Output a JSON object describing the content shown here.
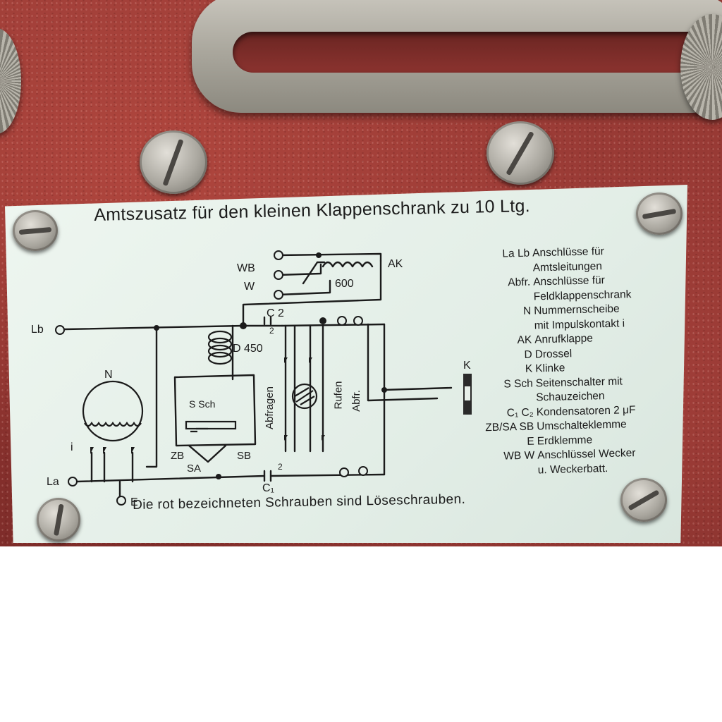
{
  "plate": {
    "title": "Amtszusatz für den kleinen Klappenschrank zu 10 Ltg.",
    "footer": "Die rot bezeichneten Schrauben sind Löseschrauben."
  },
  "legend": [
    {
      "key": "La Lb",
      "lines": [
        "Anschlüsse für",
        "Amtsleitungen"
      ]
    },
    {
      "key": "Abfr.",
      "lines": [
        "Anschlüsse für",
        "Feldklappenschrank"
      ]
    },
    {
      "key": "N",
      "lines": [
        "Nummernscheibe",
        "mit Impulskontakt i"
      ]
    },
    {
      "key": "AK",
      "lines": [
        "Anrufklappe"
      ]
    },
    {
      "key": "D",
      "lines": [
        "Drossel"
      ]
    },
    {
      "key": "K",
      "lines": [
        "Klinke"
      ]
    },
    {
      "key": "S Sch",
      "lines": [
        "Seitenschalter mit",
        "Schauzeichen"
      ]
    },
    {
      "key": "C₁ C₂",
      "lines": [
        "Kondensatoren 2 μF"
      ]
    },
    {
      "key": "ZB/SA SB",
      "lines": [
        "Umschalteklemme"
      ]
    },
    {
      "key": "E",
      "lines": [
        "Erdklemme"
      ]
    },
    {
      "key": "WB W",
      "lines": [
        "Anschlüssel Wecker",
        "u. Weckerbatt."
      ]
    }
  ],
  "diagram_labels": {
    "wb": "WB",
    "w": "W",
    "ak": "AK",
    "r600": "600",
    "c2": "C 2",
    "c2_sub": "2",
    "d450": "D 450",
    "lb": "Lb",
    "la": "La",
    "n": "N",
    "i": "i",
    "e": "E",
    "k": "K",
    "ssch": "S Sch",
    "zb": "ZB",
    "sa": "SA",
    "sb": "SB",
    "c1": "C₁",
    "c1_sub": "2",
    "abfragen": "Abfragen",
    "rufen": "Rufen",
    "abfr": "Abfr."
  },
  "colors": {
    "enclosure": "#9a3c36",
    "plate": "#e6efe9",
    "ink": "#1b1b1b",
    "metal": "#b3b0a7"
  }
}
